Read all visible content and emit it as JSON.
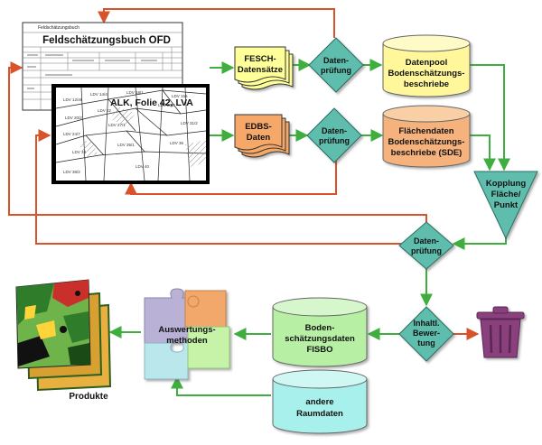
{
  "documents": {
    "feldschaetzungsbuch": {
      "header": "Feldschätzungsbuch",
      "title": "Feldschätzungsbuch OFD"
    },
    "alk": {
      "title": "ALK, Folie 42, LVA",
      "parcels": [
        "LDV 12/46",
        "LDV 14/4",
        "LDV 18/1",
        "LDV 15a",
        "LDV 20/2",
        "LDV 22",
        "LDV 23/4",
        "LDV 24/7",
        "LDV 27/1",
        "LDV 31/2",
        "LDV 33",
        "LDV 35/1",
        "LDV 36",
        "LDV 38/2",
        "LDV 40"
      ]
    }
  },
  "nodes": {
    "fesch": {
      "line1": "FESCH-",
      "line2": "Datensätze"
    },
    "edbs": {
      "line1": "EDBS-",
      "line2": "Daten"
    },
    "pruefung1": {
      "line1": "Daten-",
      "line2": "prüfung"
    },
    "pruefung2": {
      "line1": "Daten-",
      "line2": "prüfung"
    },
    "pruefung3": {
      "line1": "Daten-",
      "line2": "prüfung"
    },
    "datenpool": {
      "line1": "Datenpool",
      "line2": "Bodenschätzungs-",
      "line3": "beschriebe"
    },
    "flaechendaten": {
      "line1": "Flächendaten",
      "line2": "Bodenschätzungs-",
      "line3": "beschriebe (SDE)"
    },
    "kopplung": {
      "line1": "Kopplung",
      "line2": "Fläche/",
      "line3": "Punkt"
    },
    "bewertung": {
      "line1": "Inhaltl.",
      "line2": "Bewer-",
      "line3": "tung"
    },
    "fisbo": {
      "line1": "Boden-",
      "line2": "schätzungsdaten",
      "line3": "FISBO"
    },
    "raumdaten": {
      "line1": "andere",
      "line2": "Raumdaten"
    },
    "auswertung": {
      "line1": "Auswertungs-",
      "line2": "methoden"
    },
    "produkte": {
      "label": "Produkte"
    }
  },
  "icons": {
    "trash": "trash-can-icon",
    "puzzle": "puzzle-icon",
    "maps": "map-stack-icon"
  },
  "colors": {
    "green_arrow": "#3fae3f",
    "red_arrow": "#d8532a",
    "diamond": "#5fbdad",
    "yellow_cylinder": "#fff79a",
    "orange_cylinder": "#f5b27b",
    "green_cylinder": "#b7f0a5",
    "cyan_cylinder": "#a8f0ec",
    "trash": "#8b3f7e",
    "fesch_doc": "#ffff99",
    "edbs_doc": "#f5a868"
  }
}
